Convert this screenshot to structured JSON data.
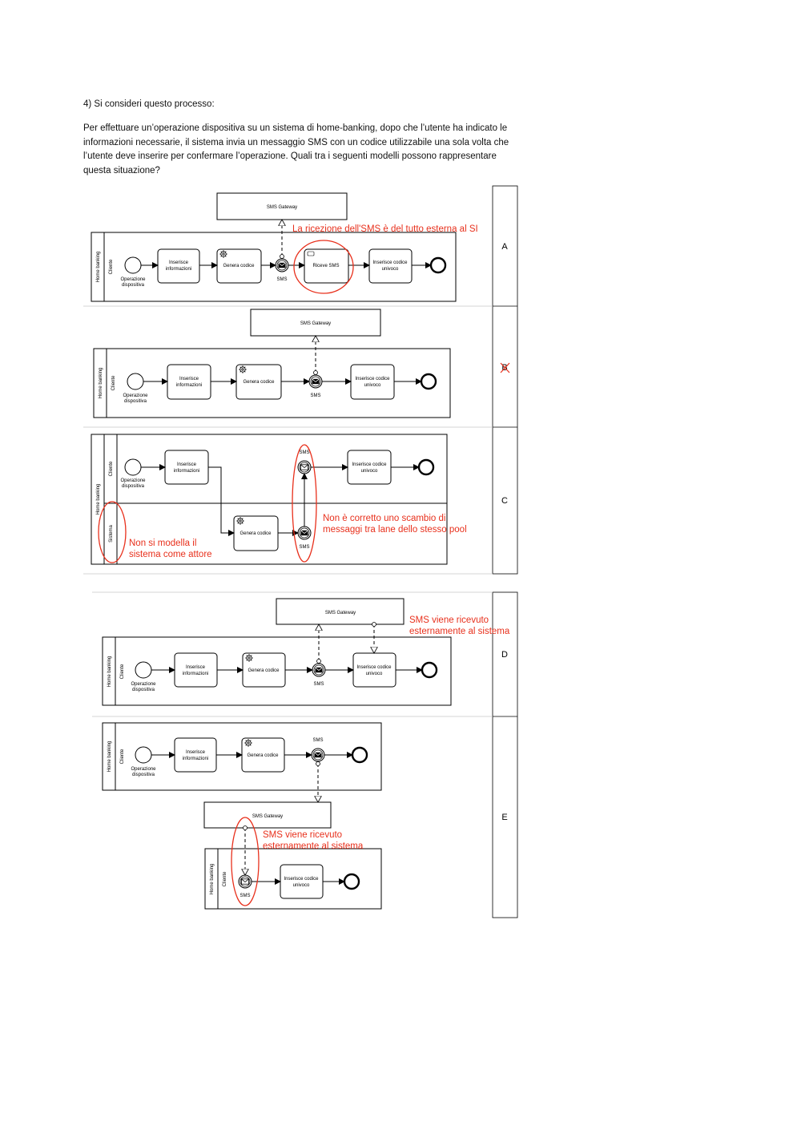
{
  "question": {
    "title": "4)   Si consideri questo processo:",
    "body": "Per effettuare un’operazione dispositiva su un sistema di home-banking, dopo che l’utente ha indicato le informazioni necessarie, il sistema invia un messaggio SMS con un codice utilizzabile una sola volta che l’utente deve inserire per confermare l’operazione. Quali tra i seguenti modelli possono rappresentare questa situazione?"
  },
  "labels": {
    "home_banking": "Home banking",
    "cliente": "Cliente",
    "sistema": "Sistema",
    "sms_gateway": "SMS Gateway",
    "start_line1": "Operazione",
    "start_line2": "dispositiva",
    "task_inserisce_1": "Inserisce",
    "task_inserisce_2": "informazioni",
    "task_genera": "Genera codice",
    "task_riceve": "Riceve SMS",
    "task_codice_1": "Inserisce codice",
    "task_codice_2": "univoco",
    "sms": "SMS"
  },
  "options": {
    "a": "A",
    "b": "B",
    "c": "C",
    "d": "D",
    "e": "E"
  },
  "annotations": {
    "a": "La ricezione dell'SMS è del tutto esterna al SI",
    "c1_l1": "Non è corretto uno scambio di",
    "c1_l2": "messaggi tra lane dello stesso pool",
    "c2_l1": "Non si modella il",
    "c2_l2": "sistema come attore",
    "d_l1": "SMS viene ricevuto",
    "d_l2": "esternamente al sistema",
    "e_l1": "SMS viene ricevuto",
    "e_l2": "esternamente al sistema"
  },
  "colors": {
    "annotation": "#e8301c",
    "line": "#000000",
    "divider": "#c8c8c8"
  }
}
